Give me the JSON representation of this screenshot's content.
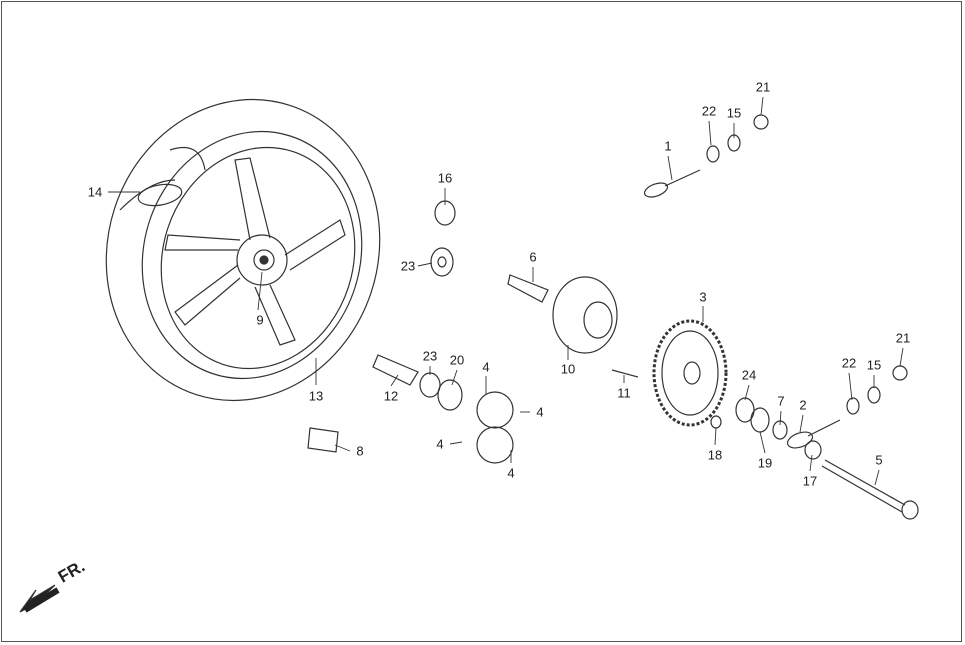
{
  "direction_label": "FR.",
  "callouts": {
    "c14": "14",
    "c16": "16",
    "c23a": "23",
    "c9": "9",
    "c13": "13",
    "c6": "6",
    "c10": "10",
    "c11": "11",
    "c3": "3",
    "c12": "12",
    "c23b": "23",
    "c20": "20",
    "c4a": "4",
    "c4b": "4",
    "c4c": "4",
    "c4d": "4",
    "c8": "8",
    "c1": "1",
    "c22a": "22",
    "c15a": "15",
    "c21a": "21",
    "c21b": "21",
    "c22b": "22",
    "c15b": "15",
    "c24": "24",
    "c7": "7",
    "c2": "2",
    "c18": "18",
    "c19": "19",
    "c5": "5",
    "c17": "17"
  }
}
